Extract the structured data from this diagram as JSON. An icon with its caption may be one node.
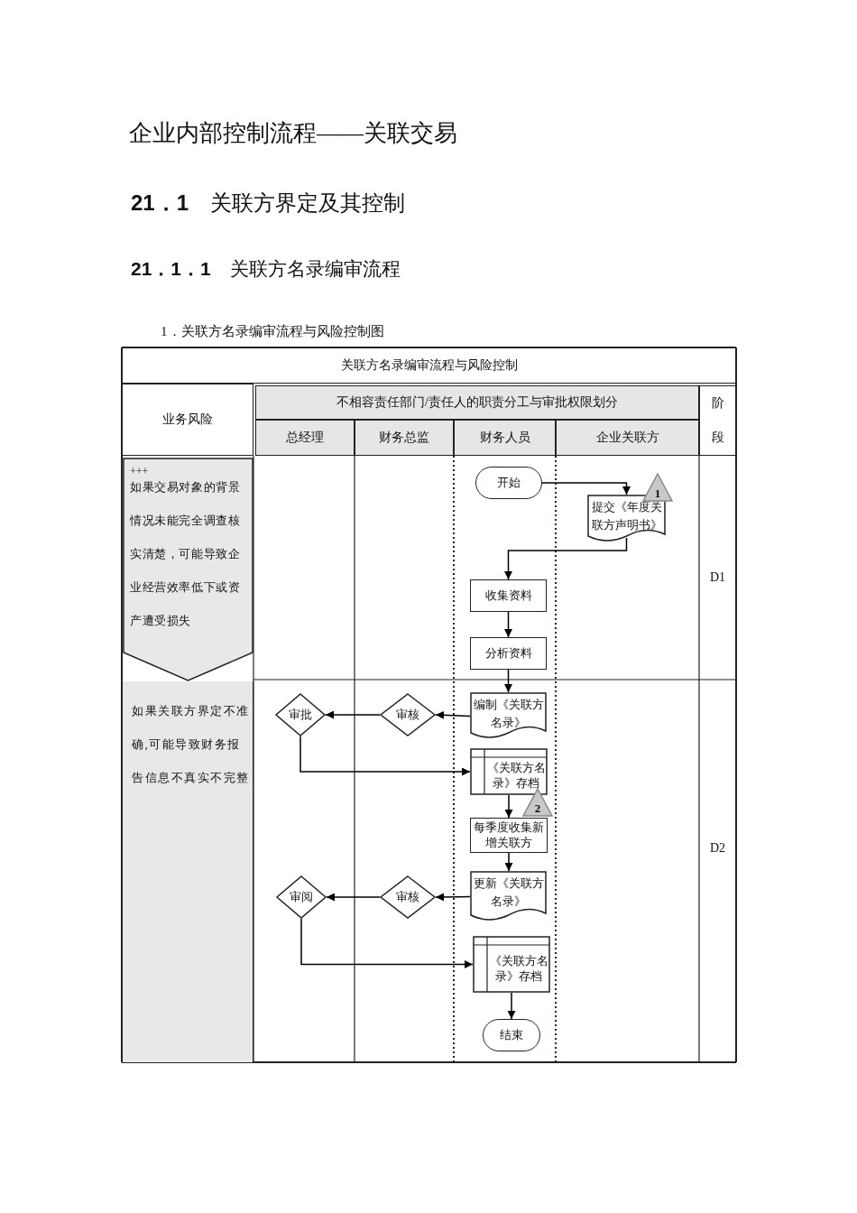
{
  "diagram": {
    "title": "企业内部控制流程——关联交易",
    "nodes": [
      {
        "text": [
          "+++",
          "如果交易对象的背景情况未能完全调查核实清楚，可能导致企业经营效率低下或资产遭受损失"
        ]
      },
      {
        "text": [
          "如果关联方界定不准确,可能导致财务报告信息不真实不完整"
        ]
      },
      {
        "text": [
          "开始"
        ]
      },
      {
        "text": [
          "提交《年度关联方声明书》"
        ]
      },
      {
        "text": [
          "1"
        ]
      },
      {
        "text": [
          "收集资料"
        ]
      },
      {
        "text": [
          "分析资料"
        ]
      },
      {
        "text": [
          "编制《关联方名录》"
        ]
      },
      {
        "text": [
          "审核"
        ]
      },
      {
        "text": [
          "审批"
        ]
      },
      {
        "text": [
          "《关联方名录》存档"
        ]
      },
      {
        "text": [
          "2"
        ]
      },
      {
        "text": [
          "每季度收集新增关联方"
        ]
      },
      {
        "text": [
          "更新《关联方名录》"
        ]
      },
      {
        "text": [
          "审核"
        ]
      },
      {
        "text": [
          "审阅"
        ]
      },
      {
        "text": [
          "《关联方名录》存档"
        ]
      },
      {
        "text": [
          "结束"
        ]
      }
    ],
    "edges": [
      {
        "from": 2,
        "to": 3,
        "arrow": "to"
      },
      {
        "from": 3,
        "to": 5,
        "arrow": "to"
      },
      {
        "from": 5,
        "to": 6,
        "arrow": "to"
      },
      {
        "from": 6,
        "to": 7,
        "arrow": "to"
      },
      {
        "from": 7,
        "to": 8,
        "arrow": "to"
      },
      {
        "from": 8,
        "to": 9,
        "arrow": "to"
      },
      {
        "from": 9,
        "to": 10,
        "arrow": "to"
      },
      {
        "from": 10,
        "to": 12,
        "arrow": "to"
      },
      {
        "from": 12,
        "to": 13,
        "arrow": "to"
      },
      {
        "from": 13,
        "to": 14,
        "arrow": "to"
      },
      {
        "from": 14,
        "to": 15,
        "arrow": "to"
      },
      {
        "from": 15,
        "to": 16,
        "arrow": "to"
      },
      {
        "from": 16,
        "to": 17,
        "arrow": "to"
      }
    ],
    "labels": [
      "**21．1**　关联方界定及其控制",
      "**21．1．1**　关联方名录编审流程",
      "1．关联方名录编审流程与风险控制图",
      "关联方名录编审流程与风险控制",
      "业务风险",
      "不相容责任部门/责任人的职责分工与审批权限划分",
      "阶段",
      "总经理",
      "财务总监",
      "财务人员",
      "企业关联方",
      "D1",
      "D2"
    ]
  }
}
